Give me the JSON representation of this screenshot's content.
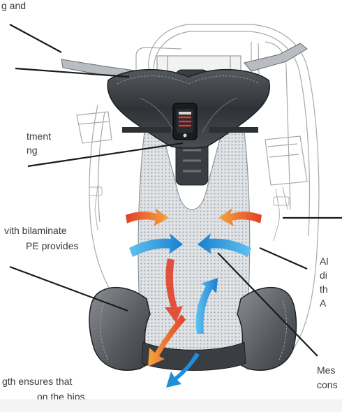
{
  "captions": {
    "top_left": "g and",
    "compartment": "tment",
    "compartment2": "ng",
    "bilaminate1": "vith bilaminate",
    "bilaminate2": "PE provides",
    "hips1": "gth ensures that",
    "hips2": "on the hips.",
    "right_a1": "Al",
    "right_a2": "di",
    "right_a3": "th",
    "right_a4": "A",
    "mesh1": "Mes",
    "mesh2": "cons"
  },
  "colors": {
    "mesh_fill": "#d7dce0",
    "pad_dark": "#3f4246",
    "pad_mid": "#7b7f84",
    "warm_arrow": "#f07a2a",
    "warm_arrow_red": "#e23a2a",
    "cool_arrow": "#1f8fd8",
    "leader_line": "#1a1a1a",
    "sketch_line": "#9a9a9a"
  },
  "icons": {
    "buckle": "buckle-icon",
    "airflow_warm": "warm-airflow-arrow-icon",
    "airflow_cool": "cool-airflow-arrow-icon"
  }
}
